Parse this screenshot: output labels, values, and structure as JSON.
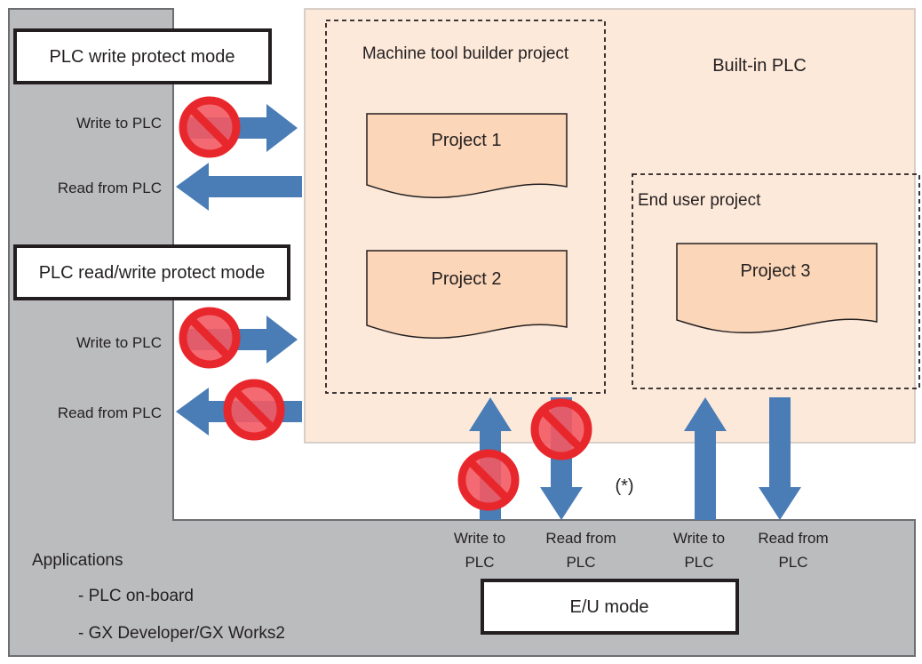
{
  "colors": {
    "gray_panel": "#bbbcbe",
    "panel_border": "#6d6e71",
    "plc_fill": "#fde9da",
    "plc_border": "#c9c2bc",
    "doc_fill": "#fbd6b8",
    "arrow": "#4a7cb6",
    "prohibit_red": "#e8272c",
    "prohibit_circle": "#f25a63"
  },
  "modes": {
    "write_protect": "PLC write protect mode",
    "read_write_protect": "PLC read/write protect mode",
    "eu": "E/U mode"
  },
  "arrows_left": {
    "write_1": "Write to PLC",
    "read_1": "Read from PLC",
    "write_2": "Write to PLC",
    "read_2": "Read from PLC"
  },
  "plc": {
    "title": "Built-in PLC",
    "mtb_project": "Machine tool builder project",
    "end_user_project": "End user project",
    "project1": "Project 1",
    "project2": "Project 2",
    "project3": "Project 3"
  },
  "bottom_arrows": {
    "mtb_write_l1": "Write to",
    "mtb_write_l2": "PLC",
    "mtb_read_l1": "Read from",
    "mtb_read_l2": "PLC",
    "eu_write_l1": "Write to",
    "eu_write_l2": "PLC",
    "eu_read_l1": "Read from",
    "eu_read_l2": "PLC",
    "note": "(*)"
  },
  "applications": {
    "title": "Applications",
    "items": [
      "- PLC on-board",
      "- GX Developer/GX Works2"
    ]
  }
}
